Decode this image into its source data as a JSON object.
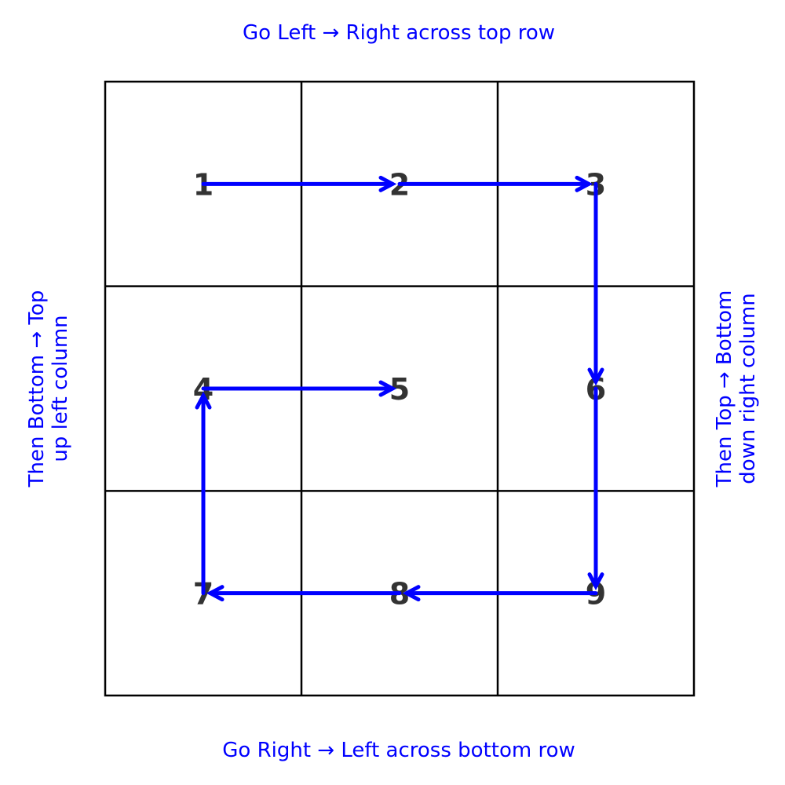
{
  "captions": {
    "top": "Go Left → Right across top row",
    "bottom": "Go Right → Left across bottom row",
    "left_line1": "Then Bottom → Top",
    "left_line2": "up left column",
    "right_line1": "Then Top → Bottom",
    "right_line2": "down right column"
  },
  "grid": {
    "rows": 3,
    "cols": 3,
    "cells": [
      "1",
      "2",
      "3",
      "4",
      "5",
      "6",
      "7",
      "8",
      "9"
    ]
  },
  "path": {
    "order": [
      "1",
      "2",
      "3",
      "6",
      "9",
      "8",
      "7",
      "4",
      "5"
    ]
  },
  "colors": {
    "caption": "#0000ff",
    "arrow": "#0000ff",
    "grid_line": "#000000",
    "number": "#333333"
  }
}
